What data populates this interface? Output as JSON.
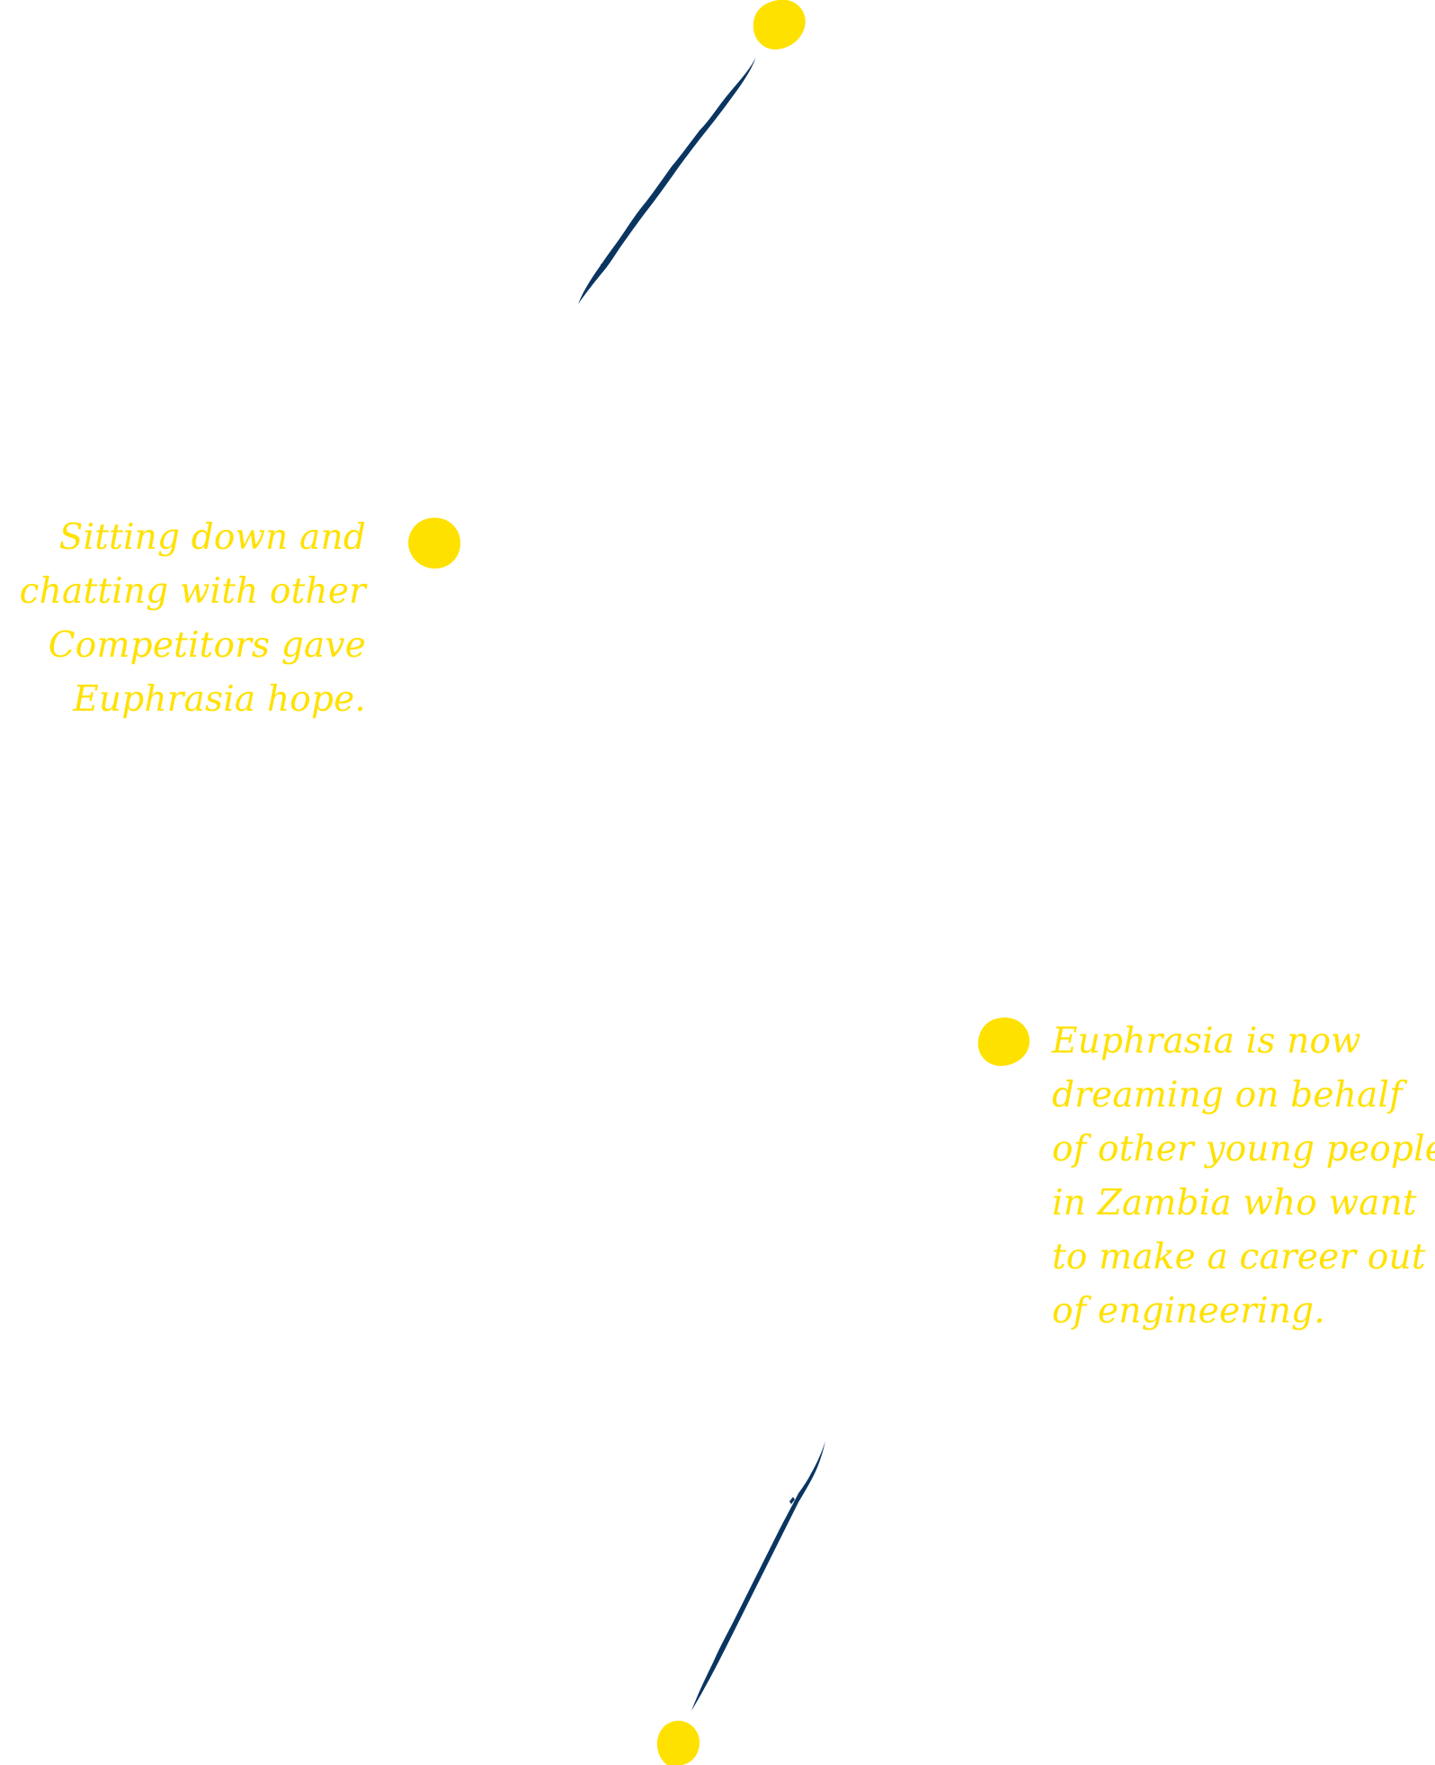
{
  "colors": {
    "accent_yellow": "#FFE100",
    "stroke_navy": "#0B3561",
    "background": "#FFFFFF"
  },
  "captions": {
    "left": {
      "lines": [
        "Sitting down and",
        "chatting with other",
        "Competitors gave",
        "Euphrasia hope."
      ]
    },
    "right": {
      "lines": [
        "Euphrasia is now",
        "dreaming on behalf",
        "of other young people",
        "in Zambia who want",
        "to make a career out",
        "of engineering."
      ]
    }
  }
}
